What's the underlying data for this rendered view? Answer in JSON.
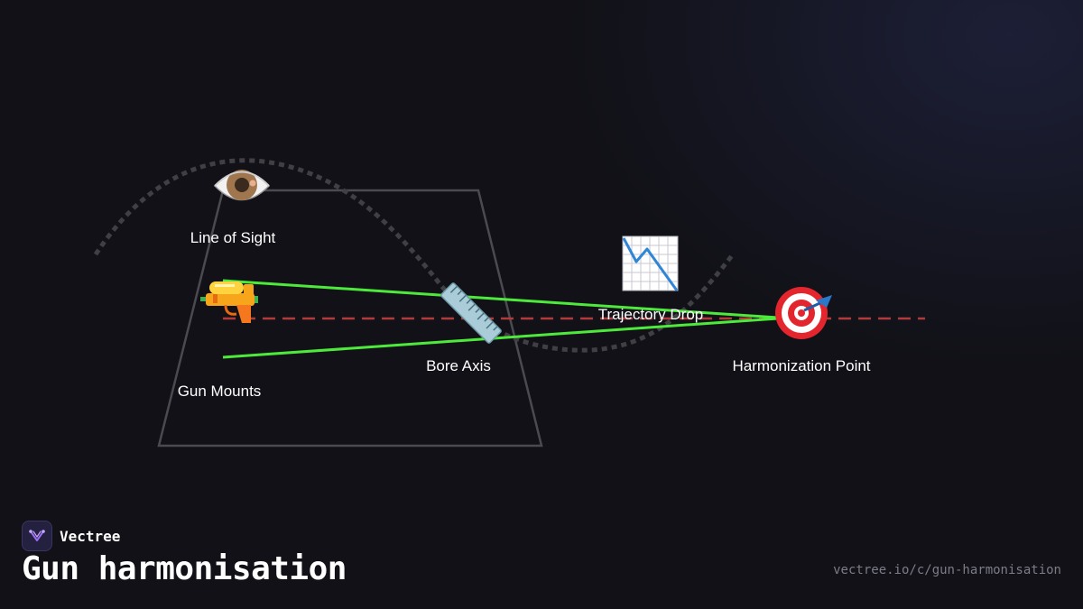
{
  "diagram": {
    "nodes": [
      {
        "id": "line-of-sight",
        "label": "Line of Sight",
        "icon": "eye-icon"
      },
      {
        "id": "gun-mounts",
        "label": "Gun Mounts",
        "icon": "water-pistol-icon"
      },
      {
        "id": "bore-axis",
        "label": "Bore Axis",
        "icon": "ruler-icon"
      },
      {
        "id": "trajectory-drop",
        "label": "Trajectory Drop",
        "icon": "chart-decreasing-icon"
      },
      {
        "id": "harmonization-point",
        "label": "Harmonization Point",
        "icon": "target-icon"
      }
    ],
    "colors": {
      "convergence_lines": "#4dea3c",
      "bore_axis_dash": "#b23a3a",
      "trajectory_curve": "#3f3f44",
      "outline_shape": "#4a4a50",
      "background": "#111117"
    }
  },
  "footer": {
    "brand_name": "Vectree",
    "title": "Gun harmonisation",
    "url": "vectree.io/c/gun-harmonisation"
  }
}
